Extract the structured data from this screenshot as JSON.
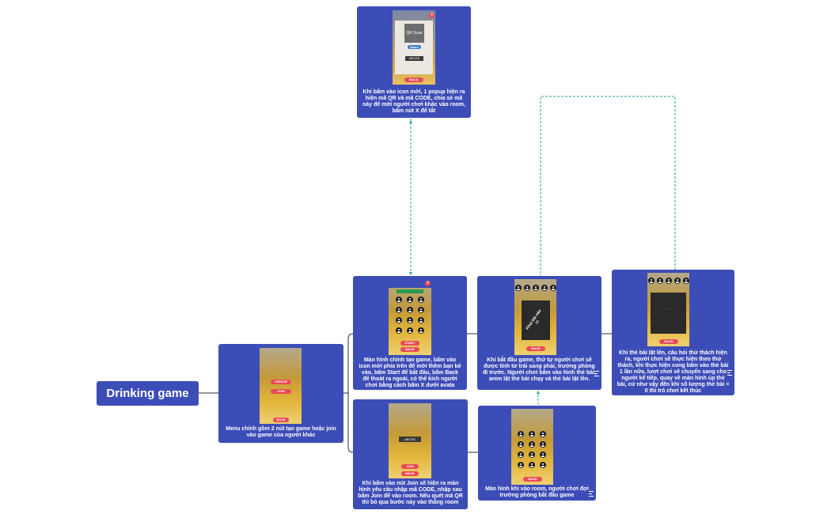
{
  "root": {
    "label": "Drinking game"
  },
  "nodes": {
    "menu": {
      "description": "Menu chính gồm 2 nút tạo game hoặc join vào game của người khác",
      "create": "CREATE",
      "join": "JOIN",
      "back": "BACK"
    },
    "create_screen": {
      "description": "Màn hình chính tạo game, bấm vào icon mới phía trên để mời thêm bạn bè vào, bấm Start để bắt đầu, bấm Back để thoát ra ngoài, có thể kích người chơi bằng cách bấm X dưới avata",
      "start": "START",
      "back": "BACK",
      "close": "X"
    },
    "qr_popup": {
      "description": "Khi bấm vào icon mới, 1 popup hiện ra hiện mã QR và mã CODE, chia sẻ mã này để mời người chơi khác vào room, bấm nút X để tắt",
      "qr": "QR Scan",
      "share": "Share",
      "code": "ABCDE",
      "back": "BACK",
      "close": "X"
    },
    "join_screen": {
      "description": "Khi bấm vào nút Join sẽ hiện ra màn hình yêu cầu nhập mã CODE, nhập sau bấm Join để vào room. Nếu quét mã QR thì bỏ qua bước này vào thẳng room",
      "code": "ABCDE",
      "join": "JOIN",
      "back": "BACK"
    },
    "game_start": {
      "description": "Khi bắt đầu game, thứ tự người chơi sẽ được tính từ trái sang phải, trưởng phòng đi trước. Người chơi bấm vào hình thẻ bài, anim lật thẻ bài chạy và thẻ bài lật lên.",
      "card_text": "Khui bài nào !!!",
      "back": "BACK"
    },
    "waiting_room": {
      "description": "Màn hình khi vào room, người chơi đợi trưởng phòng bắt đầu game",
      "back": "BACK"
    },
    "card_flip": {
      "description": "Khi thẻ bài lật lên, câu hỏi thử thách hiện ra, người chơi sẽ thực hiện theo thử thách, khi thực hiện xong bấm vào thẻ bài 1 lần nữa, lượt chơi sẽ chuyển sang cho người kế tiếp, quay về màn hình úp thẻ bài, cứ như vậy đến khi số lượng thẻ bài = 0 thì trò chơi kết thúc",
      "back": "BACK"
    }
  },
  "colors": {
    "node": "#3d4db7",
    "connector": "#2f2f2f",
    "dashed": "#1aa39a",
    "button": "#e84b55"
  }
}
